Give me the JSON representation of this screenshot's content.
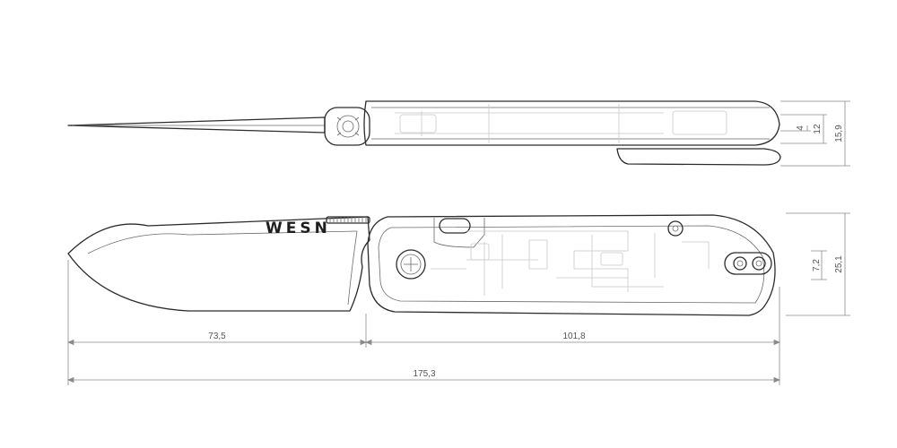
{
  "brand": "WESN",
  "dimensions": {
    "blade_length": "73,5",
    "handle_length": "101,8",
    "overall_length": "175,3",
    "pocket_clip_offset": "4",
    "handle_thickness": "12",
    "total_thickness": "15,9",
    "pivot_span": "7,2",
    "handle_height": "25,1"
  },
  "colors": {
    "line": "#2c2c2c",
    "dimension": "#8a8a8a",
    "background": "#ffffff"
  }
}
